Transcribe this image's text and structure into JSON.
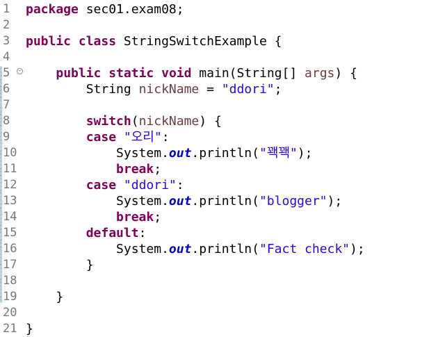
{
  "editor": {
    "lines": [
      {
        "n": "1",
        "tokens": [
          {
            "t": "package",
            "c": "kw"
          },
          {
            "t": " sec01.exam08;"
          }
        ]
      },
      {
        "n": "2",
        "tokens": []
      },
      {
        "n": "3",
        "tokens": [
          {
            "t": "public",
            "c": "kw"
          },
          {
            "t": " "
          },
          {
            "t": "class",
            "c": "kw"
          },
          {
            "t": " StringSwitchExample {"
          }
        ]
      },
      {
        "n": "4",
        "tokens": []
      },
      {
        "n": "5",
        "fold": true,
        "tokens": [
          {
            "t": "    "
          },
          {
            "t": "public",
            "c": "kw"
          },
          {
            "t": " "
          },
          {
            "t": "static",
            "c": "kw"
          },
          {
            "t": " "
          },
          {
            "t": "void",
            "c": "kw"
          },
          {
            "t": " main(String[] "
          },
          {
            "t": "args",
            "c": "var"
          },
          {
            "t": ") {"
          }
        ]
      },
      {
        "n": "6",
        "tokens": [
          {
            "t": "        String "
          },
          {
            "t": "nickName",
            "c": "var"
          },
          {
            "t": " = "
          },
          {
            "t": "\"ddori\"",
            "c": "str"
          },
          {
            "t": ";"
          }
        ]
      },
      {
        "n": "7",
        "tokens": []
      },
      {
        "n": "8",
        "tokens": [
          {
            "t": "        "
          },
          {
            "t": "switch",
            "c": "kw"
          },
          {
            "t": "("
          },
          {
            "t": "nickName",
            "c": "var"
          },
          {
            "t": ") {"
          }
        ]
      },
      {
        "n": "9",
        "tokens": [
          {
            "t": "        "
          },
          {
            "t": "case",
            "c": "kw"
          },
          {
            "t": " "
          },
          {
            "t": "\"오리\"",
            "c": "str"
          },
          {
            "t": ":"
          }
        ]
      },
      {
        "n": "10",
        "tokens": [
          {
            "t": "            System."
          },
          {
            "t": "out",
            "c": "fld"
          },
          {
            "t": ".println("
          },
          {
            "t": "\"꽥꽥\"",
            "c": "str"
          },
          {
            "t": ");"
          }
        ]
      },
      {
        "n": "11",
        "tokens": [
          {
            "t": "            "
          },
          {
            "t": "break",
            "c": "kw"
          },
          {
            "t": ";"
          }
        ]
      },
      {
        "n": "12",
        "tokens": [
          {
            "t": "        "
          },
          {
            "t": "case",
            "c": "kw"
          },
          {
            "t": " "
          },
          {
            "t": "\"ddori\"",
            "c": "str"
          },
          {
            "t": ":"
          }
        ]
      },
      {
        "n": "13",
        "tokens": [
          {
            "t": "            System."
          },
          {
            "t": "out",
            "c": "fld"
          },
          {
            "t": ".println("
          },
          {
            "t": "\"blogger\"",
            "c": "str"
          },
          {
            "t": ");"
          }
        ]
      },
      {
        "n": "14",
        "tokens": [
          {
            "t": "            "
          },
          {
            "t": "break",
            "c": "kw"
          },
          {
            "t": ";"
          }
        ]
      },
      {
        "n": "15",
        "tokens": [
          {
            "t": "        "
          },
          {
            "t": "default",
            "c": "kw"
          },
          {
            "t": ":"
          }
        ]
      },
      {
        "n": "16",
        "tokens": [
          {
            "t": "            System."
          },
          {
            "t": "out",
            "c": "fld"
          },
          {
            "t": ".println("
          },
          {
            "t": "\"Fact check\"",
            "c": "str"
          },
          {
            "t": ");"
          }
        ]
      },
      {
        "n": "17",
        "tokens": [
          {
            "t": "        }"
          }
        ]
      },
      {
        "n": "18",
        "tokens": []
      },
      {
        "n": "19",
        "tokens": [
          {
            "t": "    }"
          }
        ]
      },
      {
        "n": "20",
        "tokens": []
      },
      {
        "n": "21",
        "tokens": [
          {
            "t": "}"
          }
        ]
      }
    ]
  },
  "colors": {
    "keyword": "#7f0055",
    "string": "#2a00ff",
    "local_variable": "#6a3e3e",
    "static_field": "#0000c0",
    "line_number": "#787878"
  },
  "icons": {
    "fold": "fold-collapse-icon"
  }
}
